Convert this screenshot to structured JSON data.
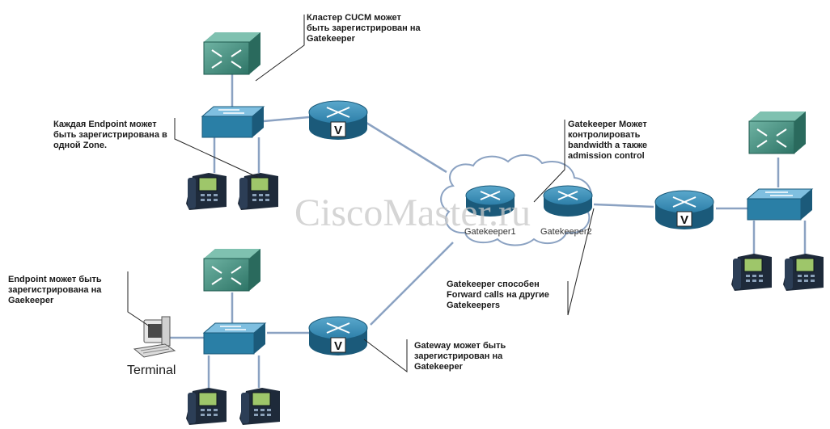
{
  "annotations": {
    "cucm_cluster": "Кластер CUCM может\nбыть зарегистрирован на\nGatekeeper",
    "endpoint_zone": "Каждая Endpoint может\nбыть зарегистрирована в\nодной Zone.",
    "gk_bandwidth": "Gatekeeper Может\nконтролировать\nbandwidth а также\nadmission control",
    "endpoint_registered": "Endpoint может быть\nзарегистрирована на\nGaekeeper",
    "gk_forward": "Gatekeeper способен\nForward calls на другие\nGatekeepers",
    "gateway_registered": "Gateway может быть\nзарегистрирован на\nGatekeeper"
  },
  "labels": {
    "gatekeeper1": "Gatekeeper1",
    "gatekeeper2": "Gatekeeper2",
    "terminal": "Terminal"
  },
  "watermark": "CiscoMaster.ru",
  "colors": {
    "device_fill": "#2a7fa6",
    "device_dark": "#1b5a7a",
    "server_fill": "#3f8f80",
    "link": "#8ba2c2",
    "cloud": "#ffffff"
  }
}
